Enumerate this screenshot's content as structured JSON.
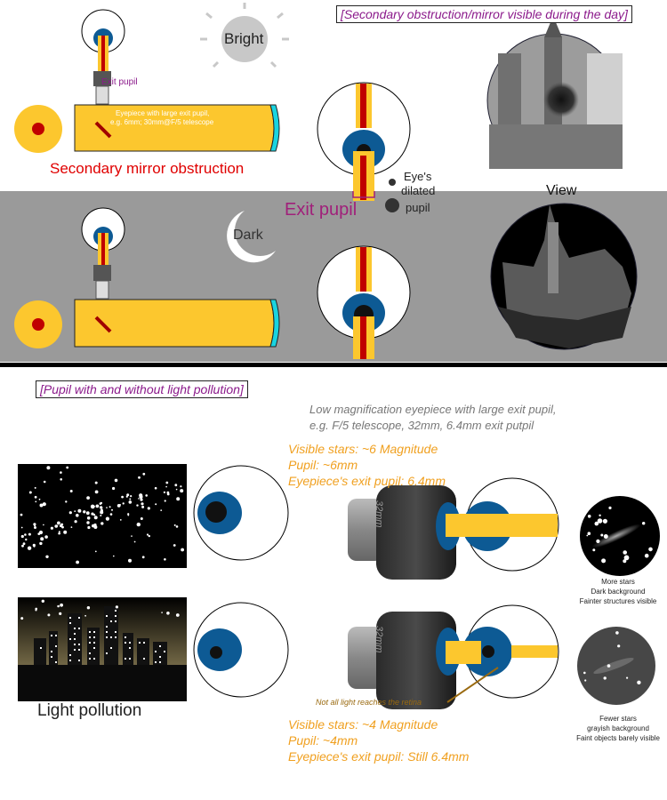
{
  "top": {
    "title_day": "[Secondary obstruction/mirror visible during the day]",
    "exit_pupil_small": "Exit pupil",
    "eyepiece_note_1": "Eyepiece with large exit pupil,",
    "eyepiece_note_2": "e.g. 6mm; 30mm@F/5 telescope",
    "secondary_obstruction": "Secondary mirror obstruction",
    "bright": "Bright",
    "dark": "Dark",
    "exit_pupil_big": "Exit pupil",
    "eyes_dilated_1": "Eye's",
    "eyes_dilated_2": "dilated",
    "eyes_dilated_3": "pupil",
    "view": "View"
  },
  "bottom": {
    "title_pollution": "[Pupil with and without light pollution]",
    "low_mag_1": "Low magnification eyepiece with large exit pupil,",
    "low_mag_2": "e.g. F/5 telescope, 32mm, 6.4mm exit putpil",
    "dark_sky": {
      "visible_stars": "Visible stars: ~6 Magnitude",
      "pupil": "Pupil: ~6mm",
      "exit_pupil": "Eyepiece's exit pupil: 6.4mm",
      "view_1": "More stars",
      "view_2": "Dark background",
      "view_3": "Fainter structures visible"
    },
    "light_pollution": {
      "label": "Light pollution",
      "not_all_light": "Not all light reaches the retina",
      "visible_stars": "Visible stars: ~4 Magnitude",
      "pupil": "Pupil: ~4mm",
      "exit_pupil": "Eyepiece's exit pupil: Still 6.4mm",
      "view_1": "Fewer stars",
      "view_2": "grayish background",
      "view_3": "Faint objects barely visible"
    },
    "eyepiece_label": "32mm"
  },
  "colors": {
    "tube": "#fcc72e",
    "iris": "#0d5a94",
    "red": "#d40000",
    "gray_band": "#9a9a9a",
    "magenta": "#8b1a8b",
    "orange_text": "#f0a020"
  }
}
